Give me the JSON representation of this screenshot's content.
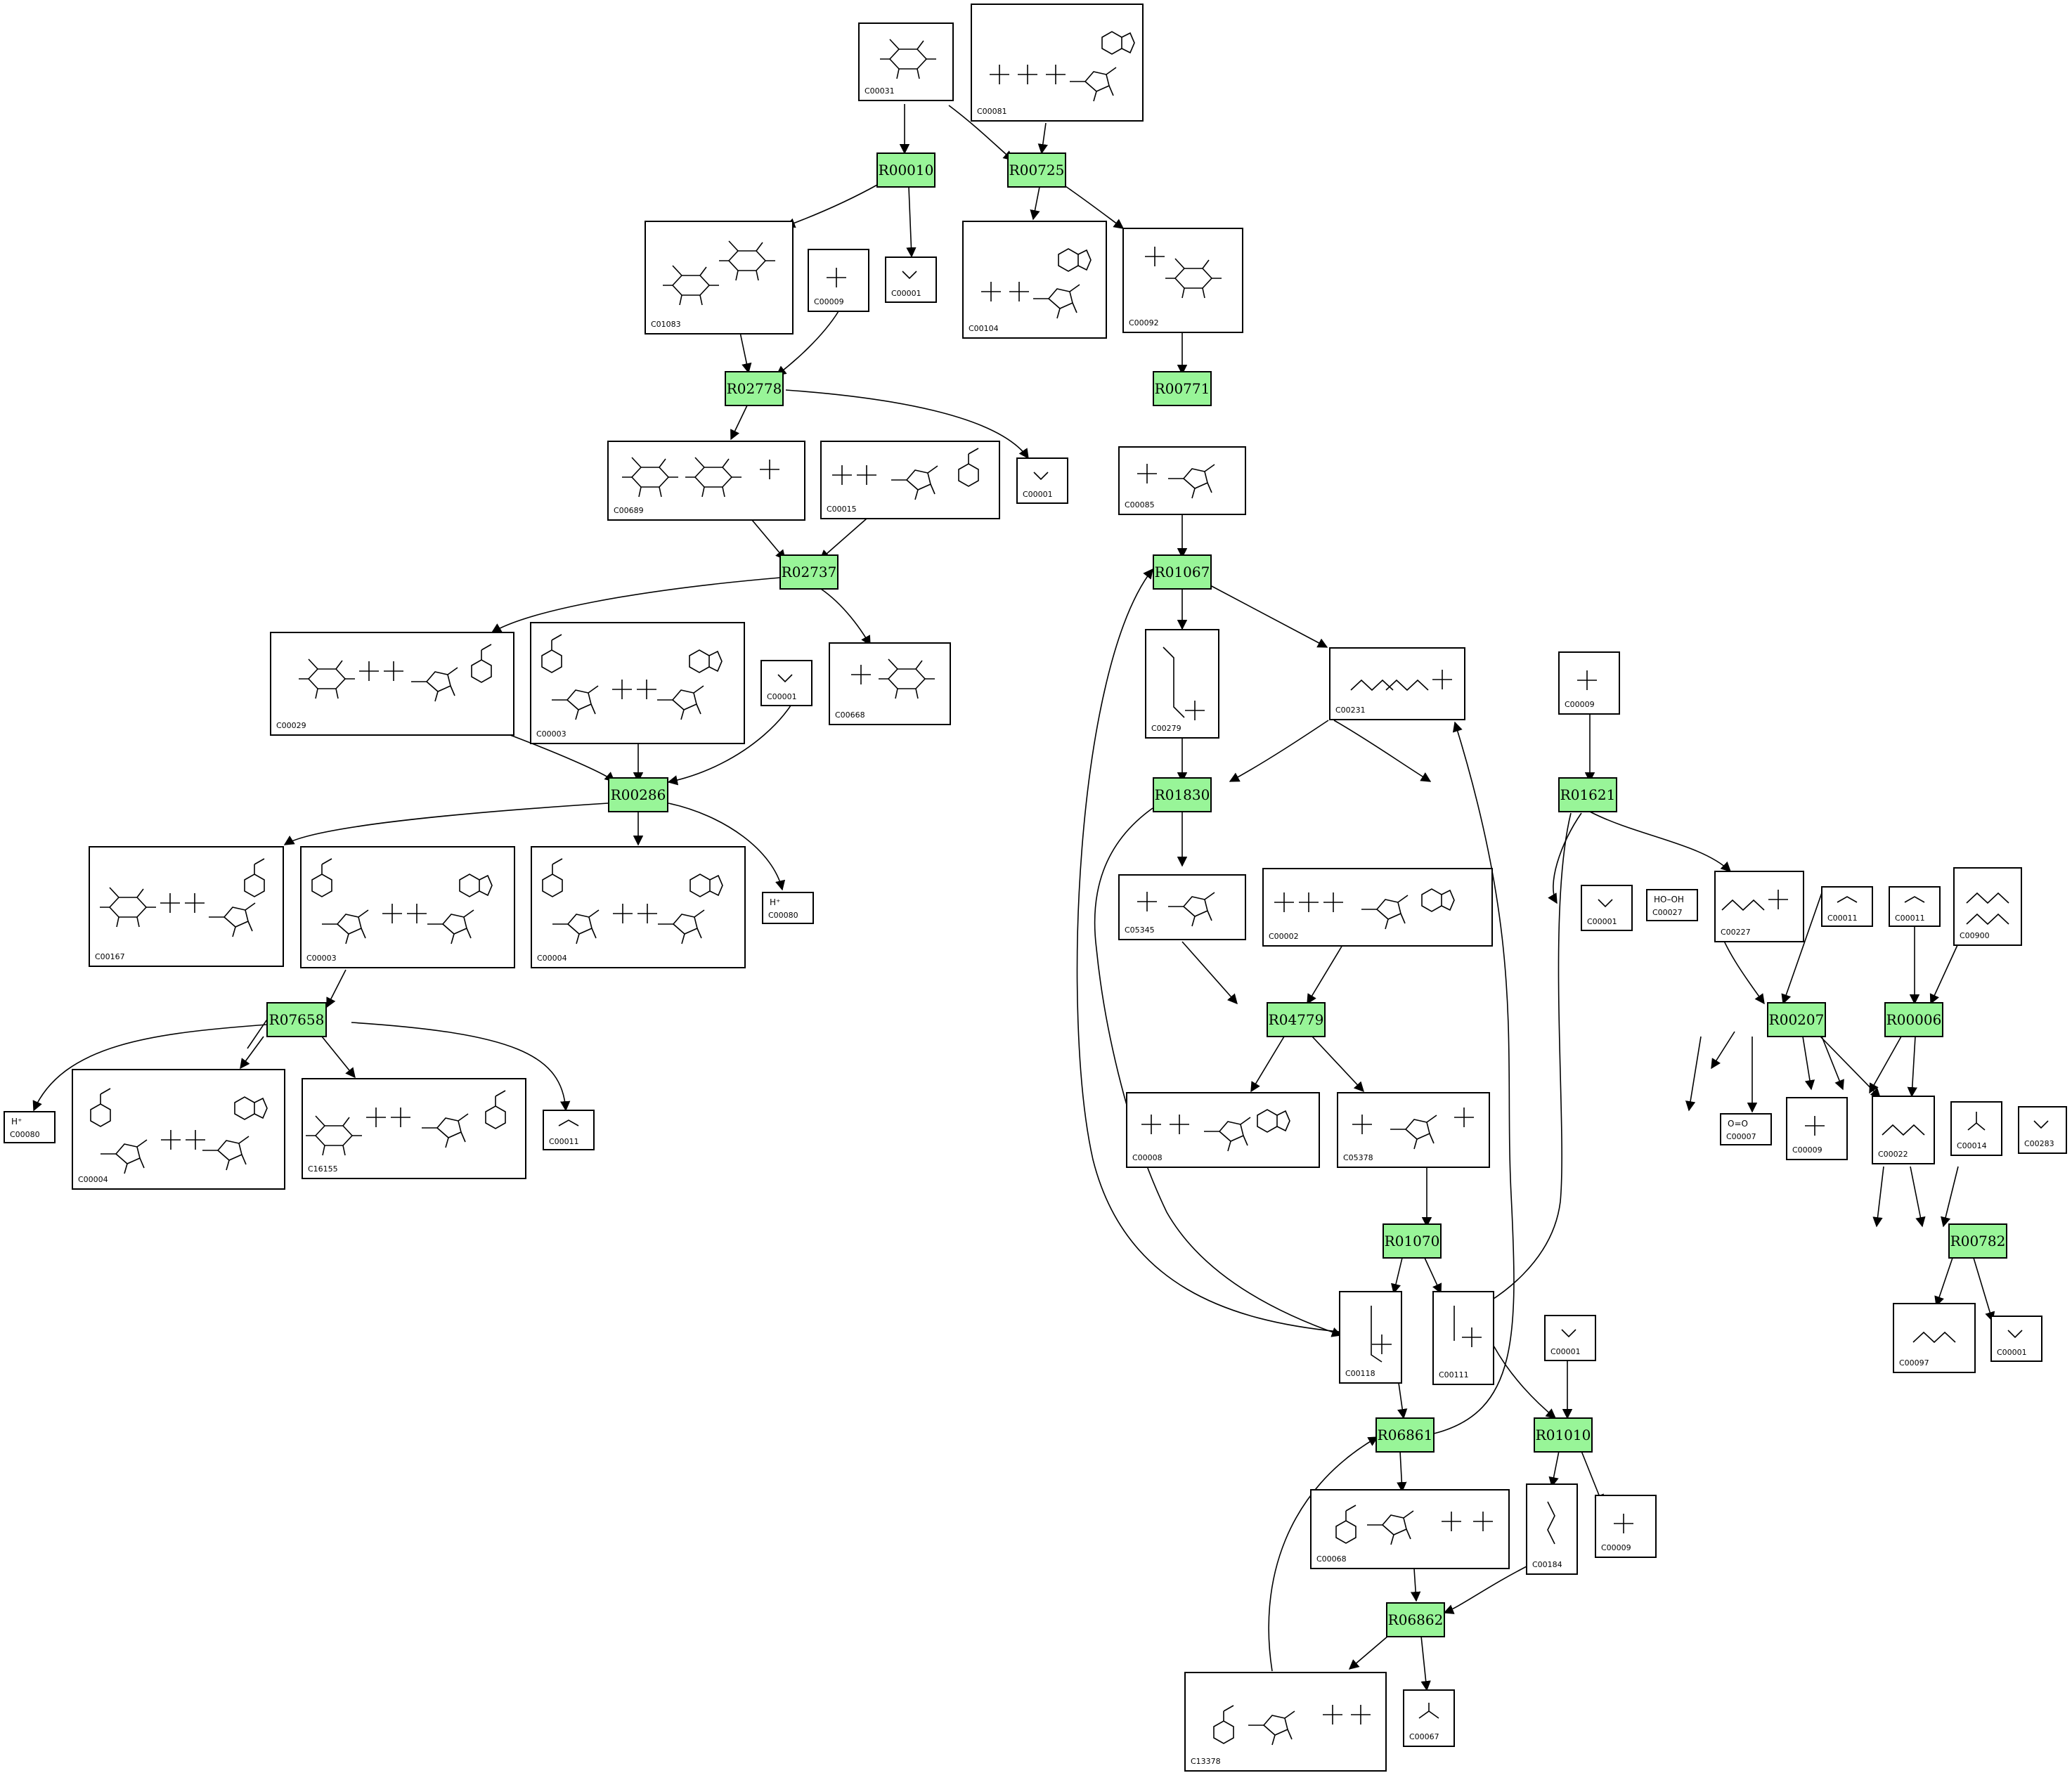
{
  "colors": {
    "reaction_fill": "#98f598",
    "compound_fill": "#ffffff",
    "stroke": "#000000"
  },
  "reactions": [
    {
      "id": "R00010"
    },
    {
      "id": "R00725"
    },
    {
      "id": "R02778"
    },
    {
      "id": "R00771"
    },
    {
      "id": "R02737"
    },
    {
      "id": "R01067"
    },
    {
      "id": "R00286"
    },
    {
      "id": "R01830"
    },
    {
      "id": "R01621"
    },
    {
      "id": "R07658"
    },
    {
      "id": "R04779"
    },
    {
      "id": "R00207"
    },
    {
      "id": "R00006"
    },
    {
      "id": "R01070"
    },
    {
      "id": "R00782"
    },
    {
      "id": "R06861"
    },
    {
      "id": "R01010"
    },
    {
      "id": "R06862"
    }
  ],
  "compounds": [
    {
      "id": "C00031",
      "shape": "hexose"
    },
    {
      "id": "C00081",
      "shape": "nucleotide"
    },
    {
      "id": "C01083",
      "shape": "disaccharide"
    },
    {
      "id": "C00009",
      "shape": "phosphate"
    },
    {
      "id": "C00001",
      "shape": "water"
    },
    {
      "id": "C00104",
      "shape": "nucleotide"
    },
    {
      "id": "C00092",
      "shape": "hexose"
    },
    {
      "id": "C00689",
      "shape": "disaccharide"
    },
    {
      "id": "C00015",
      "shape": "nucleotide"
    },
    {
      "id": "C00001",
      "shape": "water"
    },
    {
      "id": "C00085",
      "shape": "furanose"
    },
    {
      "id": "C00029",
      "shape": "nucleotide"
    },
    {
      "id": "C00003",
      "shape": "dinucleotide"
    },
    {
      "id": "C00001",
      "shape": "water"
    },
    {
      "id": "C00668",
      "shape": "hexose"
    },
    {
      "id": "C00279",
      "shape": "chain"
    },
    {
      "id": "C00231",
      "shape": "chain"
    },
    {
      "id": "C00009",
      "shape": "phosphate"
    },
    {
      "id": "C00167",
      "shape": "nucleotide"
    },
    {
      "id": "C00003",
      "shape": "dinucleotide"
    },
    {
      "id": "C00004",
      "shape": "dinucleotide"
    },
    {
      "id": "C00080",
      "shape": "proton"
    },
    {
      "id": "C05345",
      "shape": "furanose"
    },
    {
      "id": "C00002",
      "shape": "nucleotide"
    },
    {
      "id": "C00001",
      "shape": "water"
    },
    {
      "id": "C00027",
      "shape": "peroxide"
    },
    {
      "id": "C00227",
      "shape": "acyl"
    },
    {
      "id": "C00011",
      "shape": "co2"
    },
    {
      "id": "C00011",
      "shape": "co2"
    },
    {
      "id": "C00900",
      "shape": "acyl"
    },
    {
      "id": "C00080",
      "shape": "proton"
    },
    {
      "id": "C00004",
      "shape": "dinucleotide"
    },
    {
      "id": "C16155",
      "shape": "nucleotide"
    },
    {
      "id": "C00011",
      "shape": "co2"
    },
    {
      "id": "C00008",
      "shape": "nucleotide"
    },
    {
      "id": "C05378",
      "shape": "furanose"
    },
    {
      "id": "C00007",
      "shape": "o2"
    },
    {
      "id": "C00009",
      "shape": "phosphate"
    },
    {
      "id": "C00022",
      "shape": "acyl"
    },
    {
      "id": "C00014",
      "shape": "ammonia"
    },
    {
      "id": "C00283",
      "shape": "h2s"
    },
    {
      "id": "C00118",
      "shape": "chain"
    },
    {
      "id": "C00111",
      "shape": "chain"
    },
    {
      "id": "C00001",
      "shape": "water"
    },
    {
      "id": "C00097",
      "shape": "acyl"
    },
    {
      "id": "C00001",
      "shape": "water"
    },
    {
      "id": "C00068",
      "shape": "thiamine"
    },
    {
      "id": "C00184",
      "shape": "chain"
    },
    {
      "id": "C00009",
      "shape": "phosphate"
    },
    {
      "id": "C13378",
      "shape": "thiamine"
    },
    {
      "id": "C00067",
      "shape": "formaldehyde"
    }
  ]
}
